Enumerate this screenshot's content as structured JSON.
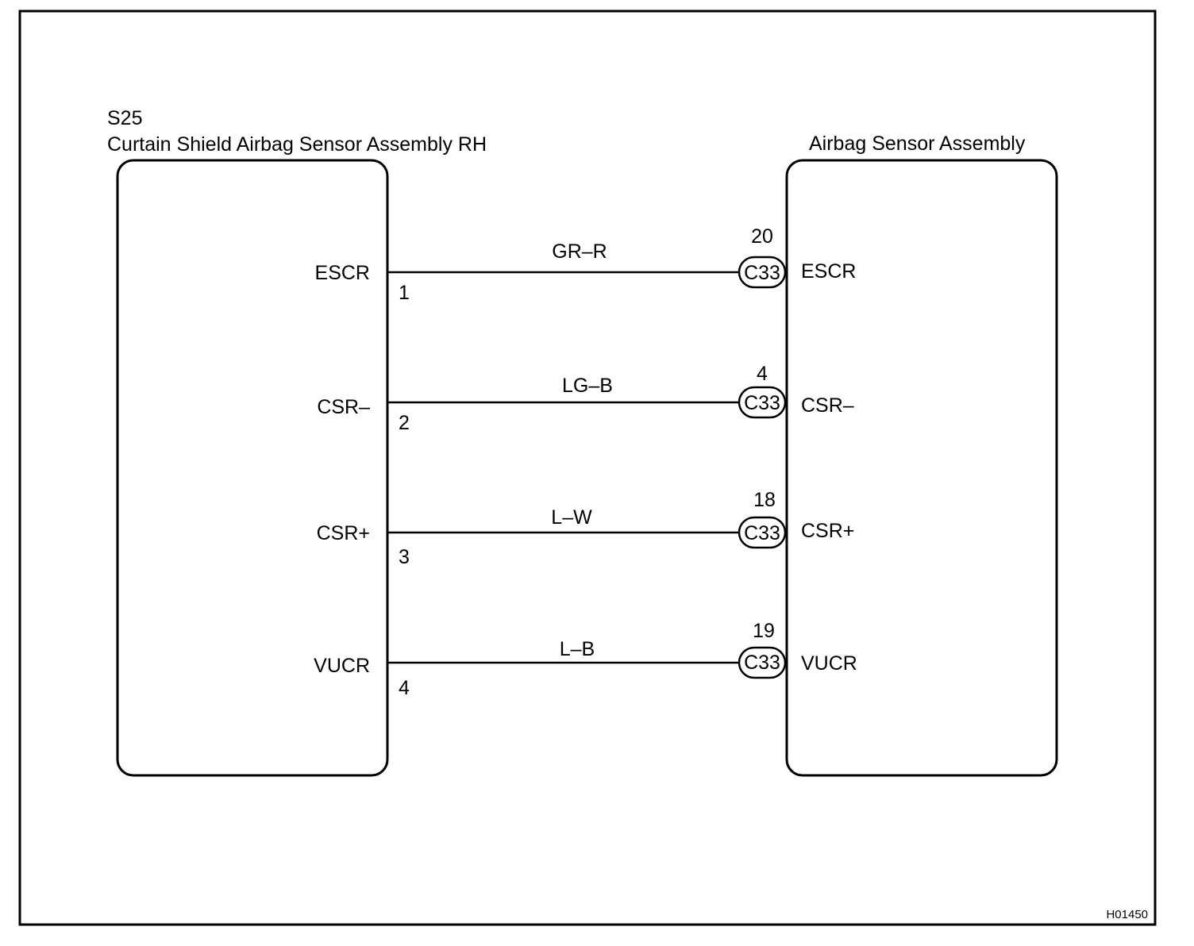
{
  "left_component": {
    "code": "S25",
    "name": "Curtain Shield Airbag Sensor Assembly RH",
    "pins": [
      {
        "terminal": "ESCR",
        "pin": "1"
      },
      {
        "terminal": "CSR–",
        "pin": "2"
      },
      {
        "terminal": "CSR+",
        "pin": "3"
      },
      {
        "terminal": "VUCR",
        "pin": "4"
      }
    ]
  },
  "right_component": {
    "name": "Airbag Sensor Assembly",
    "pins": [
      {
        "terminal": "ESCR",
        "pin": "20",
        "connector": "C33"
      },
      {
        "terminal": "CSR–",
        "pin": "4",
        "connector": "C33"
      },
      {
        "terminal": "CSR+",
        "pin": "18",
        "connector": "C33"
      },
      {
        "terminal": "VUCR",
        "pin": "19",
        "connector": "C33"
      }
    ]
  },
  "wires": [
    {
      "color_code": "GR–R"
    },
    {
      "color_code": "LG–B"
    },
    {
      "color_code": "L–W"
    },
    {
      "color_code": "L–B"
    }
  ],
  "figure_id": "H01450"
}
